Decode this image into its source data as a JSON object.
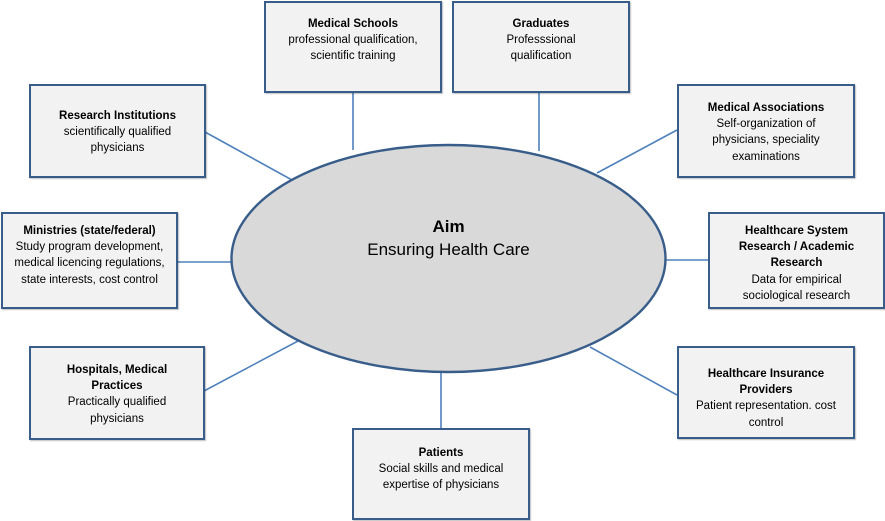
{
  "diagram": {
    "hub": {
      "title": "Aim",
      "subtitle": "Ensuring Health Care"
    },
    "colors": {
      "connector": "#4f81bd",
      "border": "#385d8a",
      "node_fill": "#f2f2f2",
      "hub_fill": "#d9d9d9"
    },
    "nodes": [
      {
        "id": "medical-schools",
        "title": "Medical Schools",
        "description": "professional qualification, scientific training"
      },
      {
        "id": "graduates",
        "title": "Graduates",
        "description": "Professsional qualification"
      },
      {
        "id": "research-institutions",
        "title": "Research Institutions",
        "description": "scientifically qualified physicians"
      },
      {
        "id": "medical-associations",
        "title": "Medical Associations",
        "description": "Self-organization of physicians, speciality examinations"
      },
      {
        "id": "ministries",
        "title": "Ministries (state/federal)",
        "description": "Study program development, medical licencing regulations, state interests, cost control"
      },
      {
        "id": "healthcare-system-research",
        "title": "Healthcare System Research / Academic Research",
        "description": "Data for empirical sociological research"
      },
      {
        "id": "hospitals",
        "title": "Hospitals, Medical Practices",
        "description": "Practically qualified physicians"
      },
      {
        "id": "insurance-providers",
        "title": "Healthcare Insurance Providers",
        "description": "Patient representation. cost control"
      },
      {
        "id": "patients",
        "title": "Patients",
        "description": "Social skills and medical expertise of physicians"
      }
    ]
  }
}
